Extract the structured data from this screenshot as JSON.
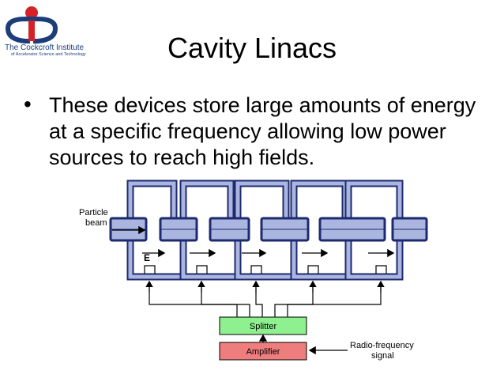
{
  "logo": {
    "line1": "The Cockcroft Institute",
    "line2": "of Accelerator Science and Technology"
  },
  "title": "Cavity Linacs",
  "bullet": "These devices store large amounts of energy at a specific frequency allowing low power sources to reach high fields.",
  "diagram": {
    "particle_label_1": "Particle",
    "particle_label_2": "beam",
    "field_label": "E",
    "splitter": "Splitter",
    "amplifier": "Amplifier",
    "rf_label_1": "Radio-frequency",
    "rf_label_2": "signal",
    "colors": {
      "cavity": "#aab6e0",
      "outline": "#1e2a6e",
      "splitter": "#8ef08e",
      "amplifier": "#ee7d7d"
    }
  }
}
